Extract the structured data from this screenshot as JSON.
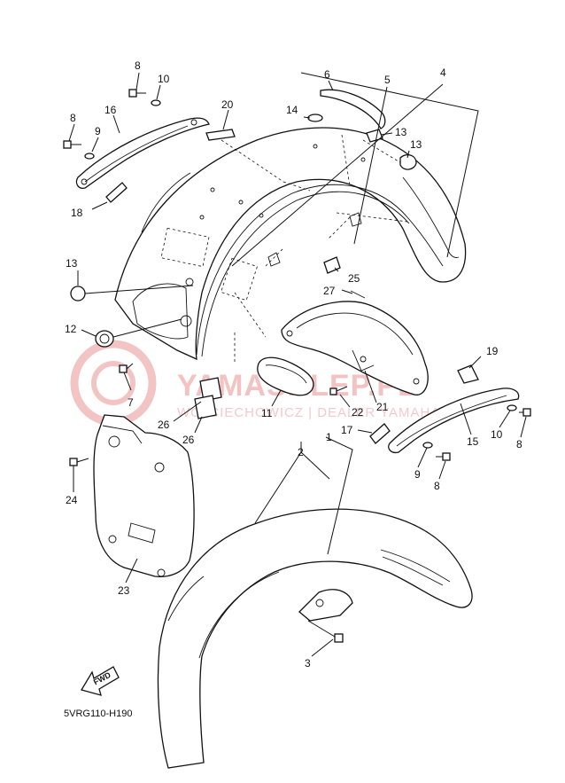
{
  "diagram": {
    "code": "5VRG110-H190",
    "fwd_label": "FWD",
    "watermark": {
      "brand": "YAMASKLEP.PL",
      "sub": "WOJCIECHOWICZ | DEALER YAMAHA"
    },
    "callouts": {
      "c1": "1",
      "c2": "2",
      "c3": "3",
      "c4": "4",
      "c5": "5",
      "c6": "6",
      "c7": "7",
      "c8a": "8",
      "c8b": "8",
      "c8c": "8",
      "c8d": "8",
      "c9a": "9",
      "c9b": "9",
      "c10a": "10",
      "c10b": "10",
      "c11": "11",
      "c12": "12",
      "c13a": "13",
      "c13b": "13",
      "c13c": "13",
      "c14": "14",
      "c15": "15",
      "c16": "16",
      "c17": "17",
      "c18": "18",
      "c19": "19",
      "c20": "20",
      "c21": "21",
      "c22": "22",
      "c23": "23",
      "c24": "24",
      "c25": "25",
      "c26a": "26",
      "c26b": "26",
      "c27": "27"
    }
  }
}
